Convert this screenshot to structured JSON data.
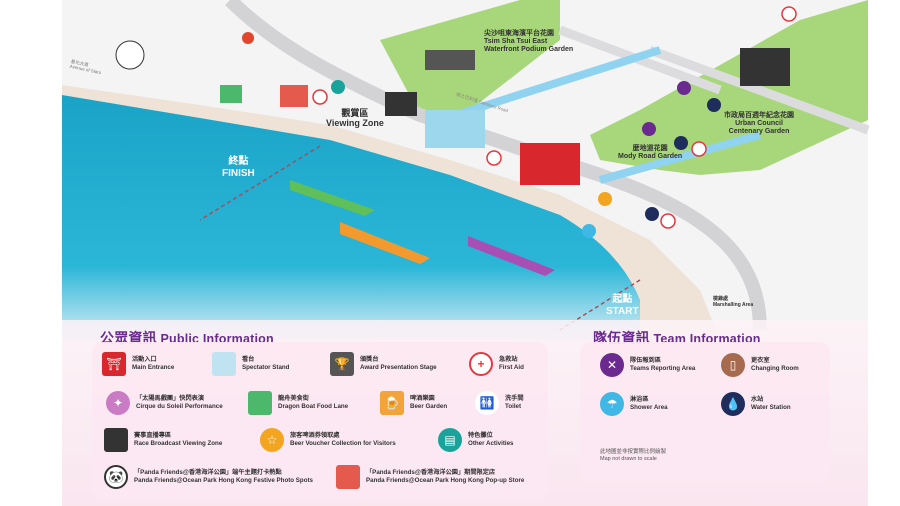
{
  "map": {
    "places": {
      "tst_garden": {
        "zh": "尖沙咀東海濱平台花園",
        "en1": "Tsim Sha Tsui East",
        "en2": "Waterfront Podium Garden"
      },
      "urban_garden": {
        "zh": "市政局百週年紀念花園",
        "en1": "Urban Council",
        "en2": "Centenary Garden"
      },
      "mody_garden": {
        "zh": "麼地道花園",
        "en": "Mody Road Garden"
      },
      "viewing_zone": {
        "zh": "觀賞區",
        "en": "Viewing Zone"
      },
      "finish": {
        "zh": "終點",
        "en": "FINISH"
      },
      "start": {
        "zh": "起點",
        "en": "START"
      },
      "marshalling": {
        "zh": "檢錄處",
        "en": "Marshalling Area"
      },
      "avenue": {
        "zh": "星光大道",
        "en": "Avenue of Stars"
      },
      "road": {
        "zh": "梳士巴利道",
        "en": "Salisbury Road"
      }
    },
    "colors": {
      "water": "#1b9ec4",
      "land": "#efe3d8",
      "park": "#a8d67a",
      "road": "#d3d3d6",
      "first_aid": "#e03a3e",
      "accent": "#6b2a8f"
    }
  },
  "public_info": {
    "title_zh": "公眾資訊",
    "title_en": "Public Information",
    "items": [
      {
        "icon": "main-entrance-icon",
        "zh": "活動入口",
        "en": "Main Entrance"
      },
      {
        "icon": "spectator-stand-icon",
        "zh": "看台",
        "en": "Spectator Stand"
      },
      {
        "icon": "award-stage-icon",
        "zh": "頒獎台",
        "en": "Award Presentation Stage"
      },
      {
        "icon": "first-aid-icon",
        "zh": "急救站",
        "en": "First Aid"
      },
      {
        "icon": "performance-icon",
        "zh": "「太陽馬戲團」快閃表演",
        "en": "Cirque du Soleil Performance"
      },
      {
        "icon": "food-lane-icon",
        "zh": "龍舟美食街",
        "en": "Dragon Boat Food Lane"
      },
      {
        "icon": "beer-icon",
        "zh": "啤酒樂園",
        "en": "Beer Garden"
      },
      {
        "icon": "toilet-icon",
        "zh": "洗手間",
        "en": "Toilet"
      },
      {
        "icon": "broadcast-screen-icon",
        "zh": "賽事直播專區",
        "en": "Race Broadcast Viewing Zone"
      },
      {
        "icon": "voucher-icon",
        "zh": "旅客啤酒券領取處",
        "en": "Beer Voucher Collection for Visitors"
      },
      {
        "icon": "booth-icon",
        "zh": "特色攤位",
        "en": "Other Activities"
      },
      {
        "icon": "panda-icon",
        "zh": "「Panda Friends@香港海洋公園」端午主題打卡熱點",
        "en": "Panda Friends@Ocean Park Hong Kong Festive Photo Spots"
      },
      {
        "icon": "popup-store-icon",
        "zh": "「Panda Friends@香港海洋公園」期間限定店",
        "en": "Panda Friends@Ocean Park Hong Kong Pop-up Store"
      }
    ]
  },
  "team_info": {
    "title_zh": "隊伍資訊",
    "title_en": "Team Information",
    "items": [
      {
        "icon": "tools-icon",
        "zh": "隊伍報到區",
        "en": "Teams Reporting Area"
      },
      {
        "icon": "locker-icon",
        "zh": "更衣室",
        "en": "Changing Room"
      },
      {
        "icon": "shower-icon",
        "zh": "淋浴區",
        "en": "Shower Area"
      },
      {
        "icon": "water-drop-icon",
        "zh": "水站",
        "en": "Water Station"
      }
    ],
    "note_zh": "此地圖並非按實際比例繪製",
    "note_en": "Map not drawn to scale"
  }
}
